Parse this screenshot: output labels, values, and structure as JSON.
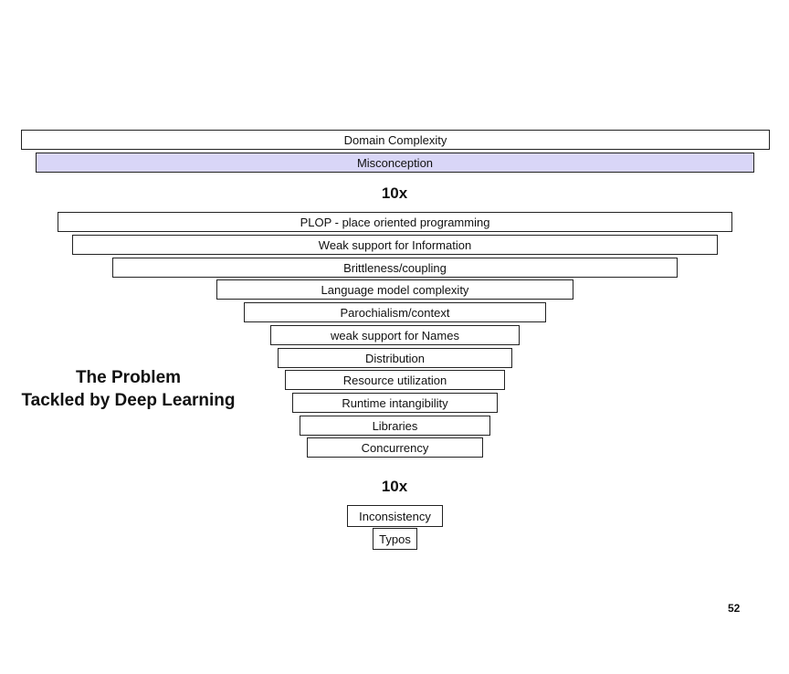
{
  "top_levels": [
    {
      "label": "Domain Complexity",
      "highlighted": false
    },
    {
      "label": "Misconception",
      "highlighted": true
    }
  ],
  "multiplier_1": "10x",
  "middle_levels": [
    "PLOP - place oriented programming",
    "Weak support for Information",
    "Brittleness/coupling",
    "Language model complexity",
    "Parochialism/context",
    "weak support for Names",
    "Distribution",
    "Resource utilization",
    "Runtime intangibility",
    "Libraries",
    "Concurrency"
  ],
  "multiplier_2": "10x",
  "bottom_levels": [
    "Inconsistency",
    "Typos"
  ],
  "heading": {
    "line1": "The Problem",
    "line2": "Tackled by Deep Learning"
  },
  "page_number": "52",
  "colors": {
    "highlight": "#d9d6f7",
    "border": "#222222"
  }
}
